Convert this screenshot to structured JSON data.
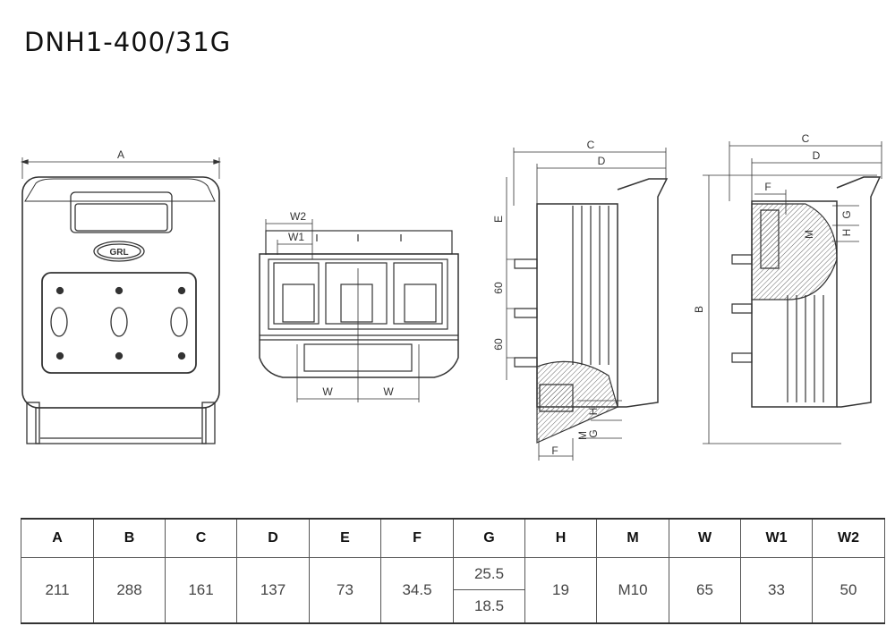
{
  "title": "DNH1-400/31G",
  "diagram": {
    "front_label": "A",
    "top_labels": {
      "w2": "W2",
      "w1": "W1",
      "w_left": "W",
      "w_right": "W"
    },
    "side_left_labels": {
      "c": "C",
      "d": "D",
      "e": "E",
      "sixty_1": "60",
      "sixty_2": "60",
      "f": "F",
      "m": "M",
      "g": "G",
      "h": "H"
    },
    "side_right_labels": {
      "c": "C",
      "d": "D",
      "f": "F",
      "b": "B",
      "h": "H",
      "g": "G",
      "m": "M"
    },
    "brand": "GRL"
  },
  "table": {
    "headers": [
      "A",
      "B",
      "C",
      "D",
      "E",
      "F",
      "G",
      "H",
      "M",
      "W",
      "W1",
      "W2"
    ],
    "row": {
      "A": "211",
      "B": "288",
      "C": "161",
      "D": "137",
      "E": "73",
      "F": "34.5",
      "G_top": "25.5",
      "G_bottom": "18.5",
      "H": "19",
      "M": "M10",
      "W": "65",
      "W1": "33",
      "W2": "50"
    }
  }
}
